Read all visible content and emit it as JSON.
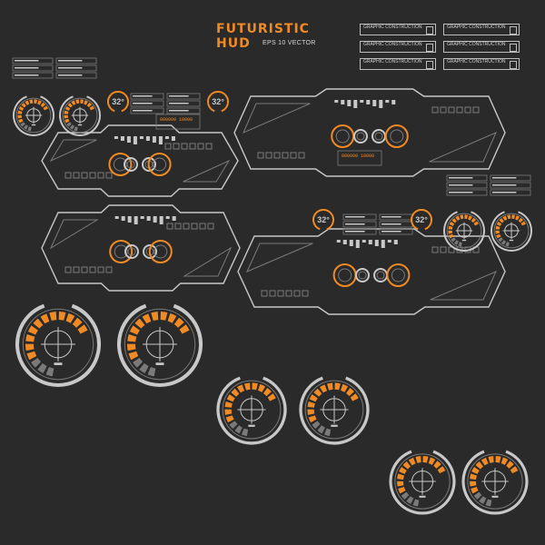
{
  "heading": {
    "title_line1": "FUTURISTIC",
    "title_line2": "HUD",
    "subtitle": "EPS 10 VECTOR"
  },
  "label_boxes": [
    "GRAPHIC CONSTRUCTION",
    "GRAPHIC CONSTRUCTION",
    "GRAPHIC CONSTRUCTION",
    "GRAPHIC CONSTRUCTION",
    "GRAPHIC CONSTRUCTION",
    "GRAPHIC CONSTRUCTION"
  ],
  "temperature_badges": [
    "32°",
    "32°",
    "32°",
    "32°"
  ],
  "readouts": [
    "000000 10000",
    "000000 10000"
  ],
  "colors": {
    "background": "#2a2a2a",
    "accent": "#f08a24",
    "line": "#c8c8c8",
    "dim": "#7a7a7a"
  }
}
